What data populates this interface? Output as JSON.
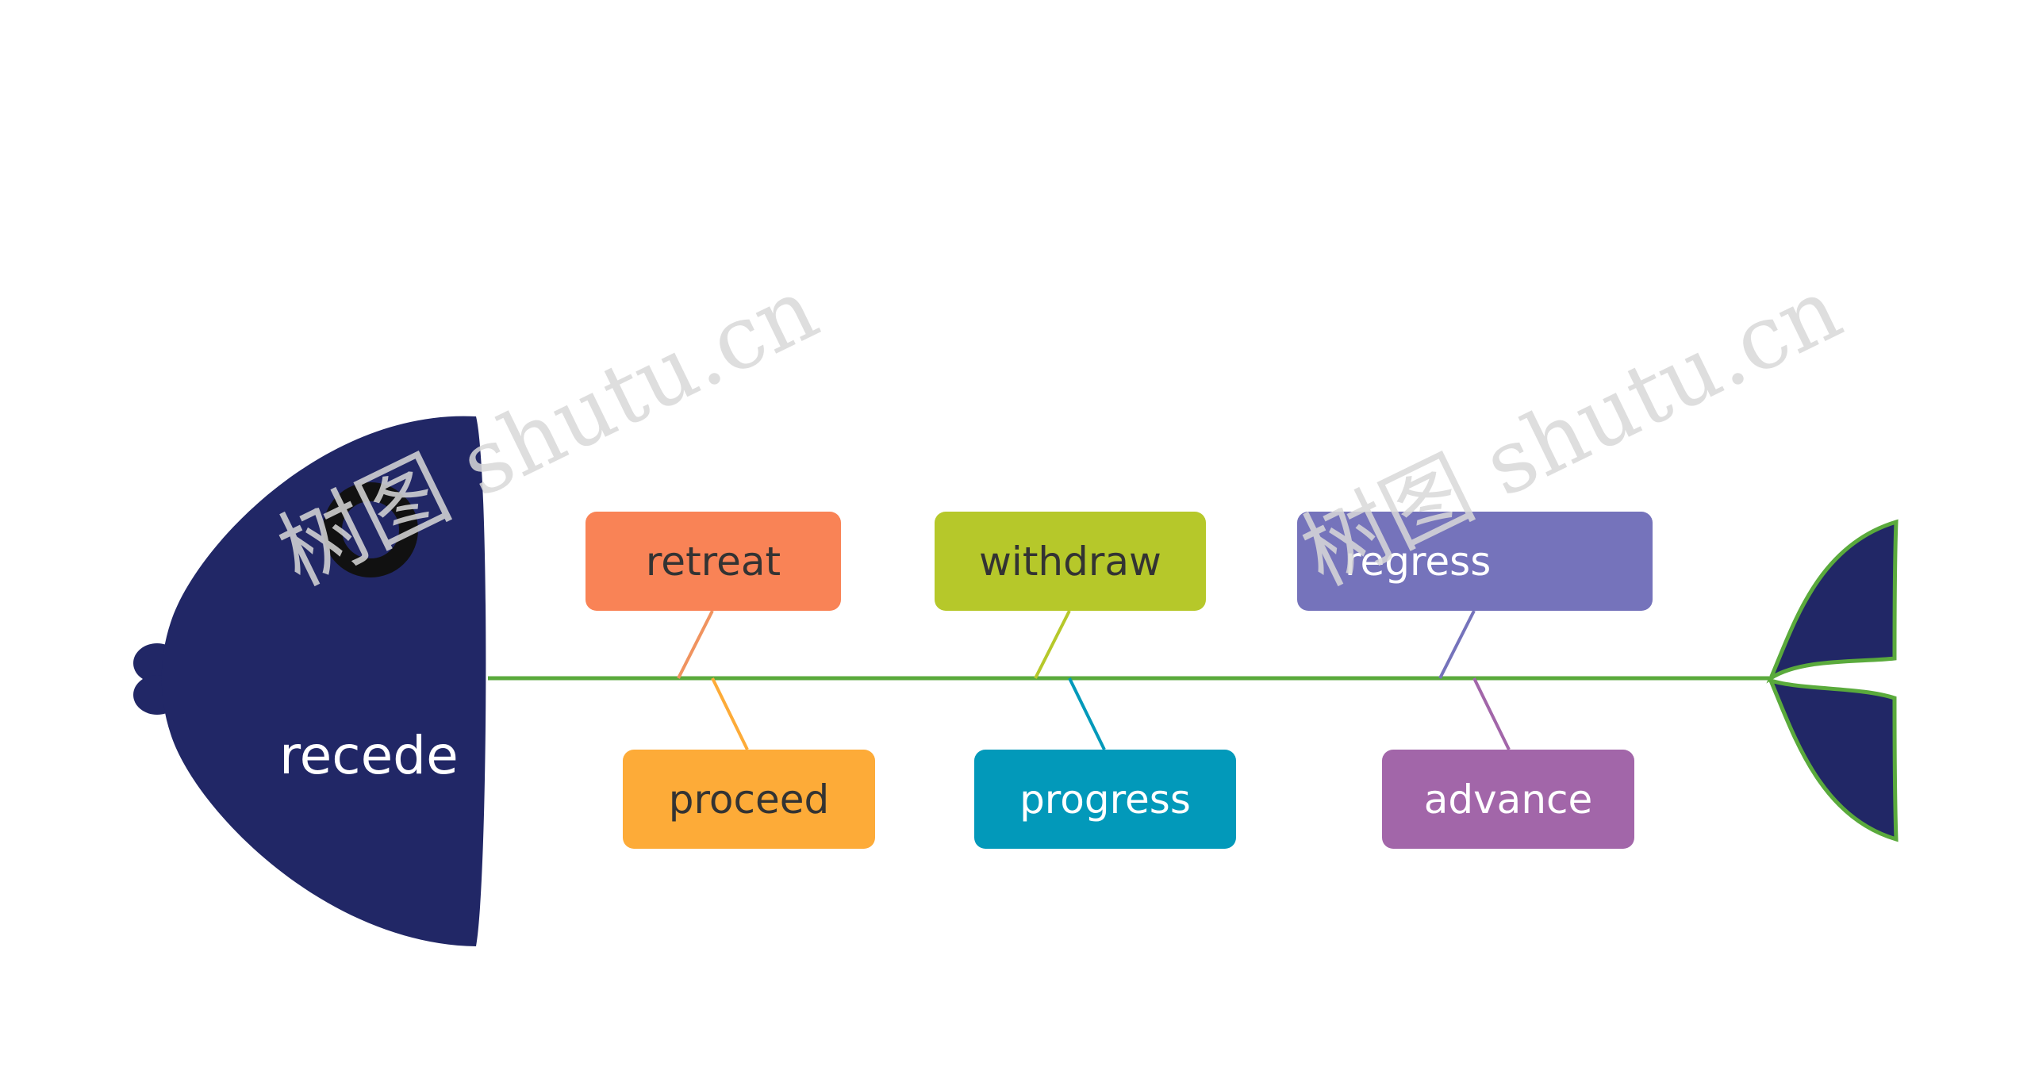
{
  "diagram": {
    "type": "fishbone",
    "head": {
      "label": "recede",
      "fill": "#212766",
      "text_color": "#ffffff"
    },
    "spine": {
      "color": "#5aaa3c"
    },
    "tail": {
      "fill": "#212766",
      "stroke": "#5aaa3c"
    },
    "eye_color": "#111111",
    "branches_top": [
      {
        "label": "retreat",
        "fill": "#f98356",
        "text_color": "#333333",
        "line_color": "#f0935f"
      },
      {
        "label": "withdraw",
        "fill": "#b6c82a",
        "text_color": "#333333",
        "line_color": "#b6c82a"
      },
      {
        "label": "regress",
        "fill": "#7573bb",
        "text_color": "#ffffff",
        "line_color": "#7573bb"
      }
    ],
    "branches_bottom": [
      {
        "label": "proceed",
        "fill": "#fdab38",
        "text_color": "#333333",
        "line_color": "#fdab38"
      },
      {
        "label": "progress",
        "fill": "#0299ba",
        "text_color": "#ffffff",
        "line_color": "#0299ba"
      },
      {
        "label": "advance",
        "fill": "#a266a9",
        "text_color": "#ffffff",
        "line_color": "#a266a9"
      }
    ]
  },
  "watermark": {
    "text": "树图 shutu.cn"
  }
}
